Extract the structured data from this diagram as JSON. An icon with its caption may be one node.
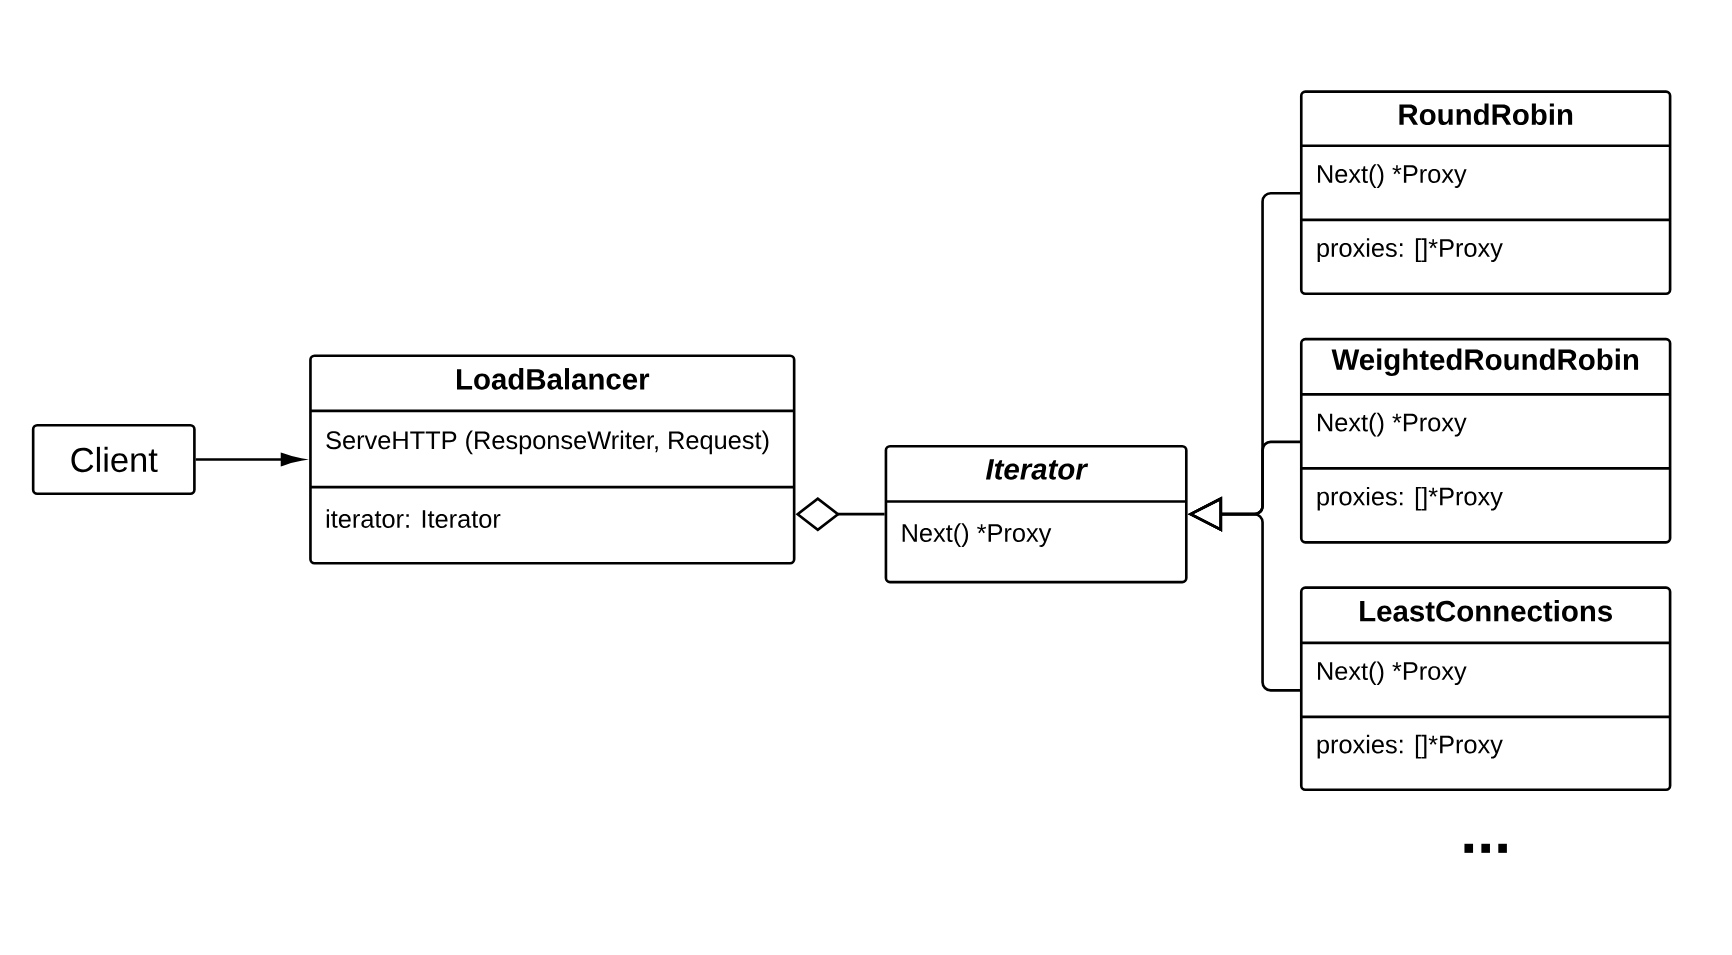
{
  "diagram": {
    "nodes": [
      {
        "text": [
          "Client"
        ]
      },
      {
        "text": [
          "LoadBalancer",
          "ServeHTTP (ResponseWriter, Request)",
          "iterator: Iterator"
        ]
      },
      {
        "text": [
          "Iterator",
          "Next() *Proxy"
        ]
      },
      {
        "text": [
          "RoundRobin",
          "Next() *Proxy",
          "proxies: []*Proxy"
        ]
      },
      {
        "text": [
          "WeightedRoundRobin",
          "Next() *Proxy",
          "proxies: []*Proxy"
        ]
      },
      {
        "text": [
          "LeastConnections",
          "Next() *Proxy",
          "proxies: []*Proxy"
        ]
      }
    ],
    "edges": [
      {
        "from": 0,
        "to": 1,
        "arrow": "to"
      },
      {
        "from": 1,
        "to": 2,
        "arrow": "other"
      },
      {
        "from": 3,
        "to": 2,
        "arrow": "to"
      },
      {
        "from": 4,
        "to": 2,
        "arrow": "to"
      },
      {
        "from": 5,
        "to": 2,
        "arrow": "to"
      }
    ],
    "labels": [
      "..."
    ]
  }
}
